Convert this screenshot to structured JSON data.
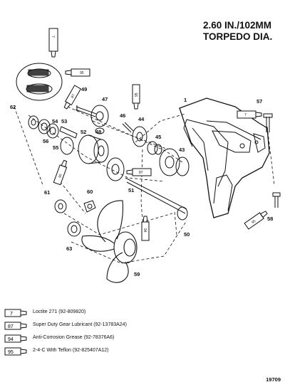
{
  "title": {
    "line1": "2.60 IN./102MM",
    "line2": "TORPEDO DIA."
  },
  "part_numbers": {
    "p1": "1",
    "p43": "43",
    "p44": "44",
    "p45": "45",
    "p46": "46",
    "p47": "47",
    "p48": "48",
    "p49": "49",
    "p50": "50",
    "p51": "51",
    "p52": "52",
    "p53": "53",
    "p54": "54",
    "p55": "55",
    "p56": "56",
    "p57": "57",
    "p58": "58",
    "p59": "59",
    "p60": "60",
    "p61": "61",
    "p62": "62",
    "p63": "63"
  },
  "tube_codes": {
    "t7": "7",
    "t87": "87",
    "t94": "94",
    "t95": "95"
  },
  "legend": [
    {
      "code": "7",
      "text": "Loctite 271 (92-809820)"
    },
    {
      "code": "87",
      "text": "Super Duty Gear Lubricant (92-13783A24)"
    },
    {
      "code": "94",
      "text": "Anti-Corrosion Grease (92-78376A6)"
    },
    {
      "code": "95",
      "text": "2-4-C With Teflon (92-825407A12)"
    }
  ],
  "drawing_number": "19709"
}
